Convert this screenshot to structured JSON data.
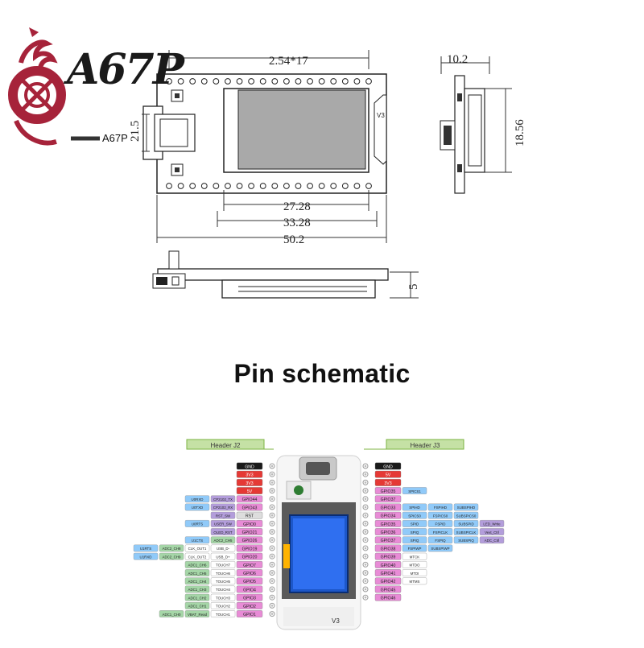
{
  "logo": {
    "text": "A67P",
    "tag": "A67P"
  },
  "dimensions": {
    "pitch": "2.54*17",
    "width_small": "10.2",
    "height": "18.56",
    "left_offset": "21.5",
    "screen_width": "27.28",
    "inner_width": "33.28",
    "total_length": "50.2",
    "thickness": "5"
  },
  "section_title": "Pin schematic",
  "board_text": "V3",
  "header_left": "Header J2",
  "header_right": "Header J3",
  "left_pins": [
    {
      "name": "GND",
      "color": "#1a1a1a",
      "labels": []
    },
    {
      "name": "3V3",
      "color": "#e53935",
      "labels": []
    },
    {
      "name": "3V3",
      "color": "#e53935",
      "labels": []
    },
    {
      "name": "5V",
      "color": "#e53935",
      "labels": []
    },
    {
      "name": "GPIO44",
      "color": "#e88bd6",
      "labels": [
        {
          "t": "CP2102_TX",
          "c": "#b39ddb"
        },
        {
          "t": "U0RXD",
          "c": "#90caf9"
        }
      ]
    },
    {
      "name": "GPIO43",
      "color": "#e88bd6",
      "labels": [
        {
          "t": "CP2102_RX",
          "c": "#b39ddb"
        },
        {
          "t": "U0TXD",
          "c": "#90caf9"
        }
      ]
    },
    {
      "name": "RST",
      "color": "#dddddd",
      "labels": [
        {
          "t": "RST_SW",
          "c": "#b39ddb"
        }
      ]
    },
    {
      "name": "GPIO0",
      "color": "#e88bd6",
      "labels": [
        {
          "t": "USER_SW",
          "c": "#b39ddb"
        },
        {
          "t": "U0RTS",
          "c": "#90caf9"
        }
      ]
    },
    {
      "name": "GPIO21",
      "color": "#e88bd6",
      "labels": [
        {
          "t": "OLED_RST",
          "c": "#b39ddb"
        }
      ]
    },
    {
      "name": "GPIO26",
      "color": "#e88bd6",
      "labels": [
        {
          "t": "ADC2_CH5",
          "c": "#a5d6a7"
        },
        {
          "t": "U1CTS",
          "c": "#90caf9"
        }
      ]
    },
    {
      "name": "GPIO19",
      "color": "#e88bd6",
      "labels": [
        {
          "t": "USB_D-",
          "c": "#ffffff"
        },
        {
          "t": "CLK_OUT1",
          "c": "#ffffff"
        },
        {
          "t": "ADC2_CH8",
          "c": "#a5d6a7"
        },
        {
          "t": "U1RTS",
          "c": "#90caf9"
        }
      ]
    },
    {
      "name": "GPIO20",
      "color": "#e88bd6",
      "labels": [
        {
          "t": "USB_D+",
          "c": "#ffffff"
        },
        {
          "t": "CLK_OUT2",
          "c": "#ffffff"
        },
        {
          "t": "ADC2_CH9",
          "c": "#a5d6a7"
        },
        {
          "t": "U1RXD",
          "c": "#90caf9"
        }
      ]
    },
    {
      "name": "GPIO7",
      "color": "#e88bd6",
      "labels": [
        {
          "t": "TOUCH7",
          "c": "#ffffff"
        },
        {
          "t": "ADC1_CH6",
          "c": "#a5d6a7"
        }
      ]
    },
    {
      "name": "GPIO6",
      "color": "#e88bd6",
      "labels": [
        {
          "t": "TOUCH6",
          "c": "#ffffff"
        },
        {
          "t": "ADC1_CH5",
          "c": "#a5d6a7"
        }
      ]
    },
    {
      "name": "GPIO5",
      "color": "#e88bd6",
      "labels": [
        {
          "t": "TOUCH5",
          "c": "#ffffff"
        },
        {
          "t": "ADC1_CH4",
          "c": "#a5d6a7"
        }
      ]
    },
    {
      "name": "GPIO4",
      "color": "#e88bd6",
      "labels": [
        {
          "t": "TOUCH4",
          "c": "#ffffff"
        },
        {
          "t": "ADC1_CH3",
          "c": "#a5d6a7"
        }
      ]
    },
    {
      "name": "GPIO3",
      "color": "#e88bd6",
      "labels": [
        {
          "t": "TOUCH3",
          "c": "#ffffff"
        },
        {
          "t": "ADC1_CH2",
          "c": "#a5d6a7"
        }
      ]
    },
    {
      "name": "GPIO2",
      "color": "#e88bd6",
      "labels": [
        {
          "t": "TOUCH2",
          "c": "#ffffff"
        },
        {
          "t": "ADC1_CH1",
          "c": "#a5d6a7"
        }
      ]
    },
    {
      "name": "GPIO1",
      "color": "#e88bd6",
      "labels": [
        {
          "t": "TOUCH1",
          "c": "#ffffff"
        },
        {
          "t": "VBAT_Read",
          "c": "#a5d6a7"
        },
        {
          "t": "ADC1_CH0",
          "c": "#a5d6a7"
        }
      ]
    }
  ],
  "right_pins": [
    {
      "name": "GND",
      "color": "#1a1a1a",
      "labels": []
    },
    {
      "name": "5V",
      "color": "#e53935",
      "labels": []
    },
    {
      "name": "3V3",
      "color": "#e53935",
      "labels": []
    },
    {
      "name": "GPIO35",
      "color": "#e88bd6",
      "labels": [
        {
          "t": "SPICS1",
          "c": "#90caf9"
        }
      ]
    },
    {
      "name": "GPIO37",
      "color": "#e88bd6",
      "labels": []
    },
    {
      "name": "GPIO33",
      "color": "#e88bd6",
      "labels": [
        {
          "t": "SPIHD",
          "c": "#90caf9"
        },
        {
          "t": "FSPIHD",
          "c": "#90caf9"
        },
        {
          "t": "SUBSPIHD",
          "c": "#90caf9"
        }
      ]
    },
    {
      "name": "GPIO34",
      "color": "#e88bd6",
      "labels": [
        {
          "t": "SPICS0",
          "c": "#90caf9"
        },
        {
          "t": "FSPICS0",
          "c": "#90caf9"
        },
        {
          "t": "SUBSPICS0",
          "c": "#90caf9"
        }
      ]
    },
    {
      "name": "GPIO35",
      "color": "#e88bd6",
      "labels": [
        {
          "t": "SPID",
          "c": "#90caf9"
        },
        {
          "t": "FSPID",
          "c": "#90caf9"
        },
        {
          "t": "SUBSPID",
          "c": "#90caf9"
        },
        {
          "t": "LED_Write",
          "c": "#b39ddb"
        }
      ]
    },
    {
      "name": "GPIO36",
      "color": "#e88bd6",
      "labels": [
        {
          "t": "SPIQ",
          "c": "#90caf9"
        },
        {
          "t": "FSPICLK",
          "c": "#90caf9"
        },
        {
          "t": "SUBSPICLK",
          "c": "#90caf9"
        },
        {
          "t": "Vext_Ctrl",
          "c": "#b39ddb"
        }
      ]
    },
    {
      "name": "GPIO37",
      "color": "#e88bd6",
      "labels": [
        {
          "t": "SPIQ",
          "c": "#90caf9"
        },
        {
          "t": "FSPIQ",
          "c": "#90caf9"
        },
        {
          "t": "SUBSPIQ",
          "c": "#90caf9"
        },
        {
          "t": "ADC_Ctrl",
          "c": "#b39ddb"
        }
      ]
    },
    {
      "name": "GPIO38",
      "color": "#e88bd6",
      "labels": [
        {
          "t": "FSPIWP",
          "c": "#90caf9"
        },
        {
          "t": "SUBSPIWP",
          "c": "#90caf9"
        }
      ]
    },
    {
      "name": "GPIO39",
      "color": "#e88bd6",
      "labels": [
        {
          "t": "MTCK",
          "c": "#ffffff"
        }
      ]
    },
    {
      "name": "GPIO40",
      "color": "#e88bd6",
      "labels": [
        {
          "t": "MTDO",
          "c": "#ffffff"
        }
      ]
    },
    {
      "name": "GPIO41",
      "color": "#e88bd6",
      "labels": [
        {
          "t": "MTDI",
          "c": "#ffffff"
        }
      ]
    },
    {
      "name": "GPIO42",
      "color": "#e88bd6",
      "labels": [
        {
          "t": "MTMS",
          "c": "#ffffff"
        }
      ]
    },
    {
      "name": "GPIO45",
      "color": "#e88bd6",
      "labels": []
    },
    {
      "name": "GPIO46",
      "color": "#e88bd6",
      "labels": []
    }
  ]
}
